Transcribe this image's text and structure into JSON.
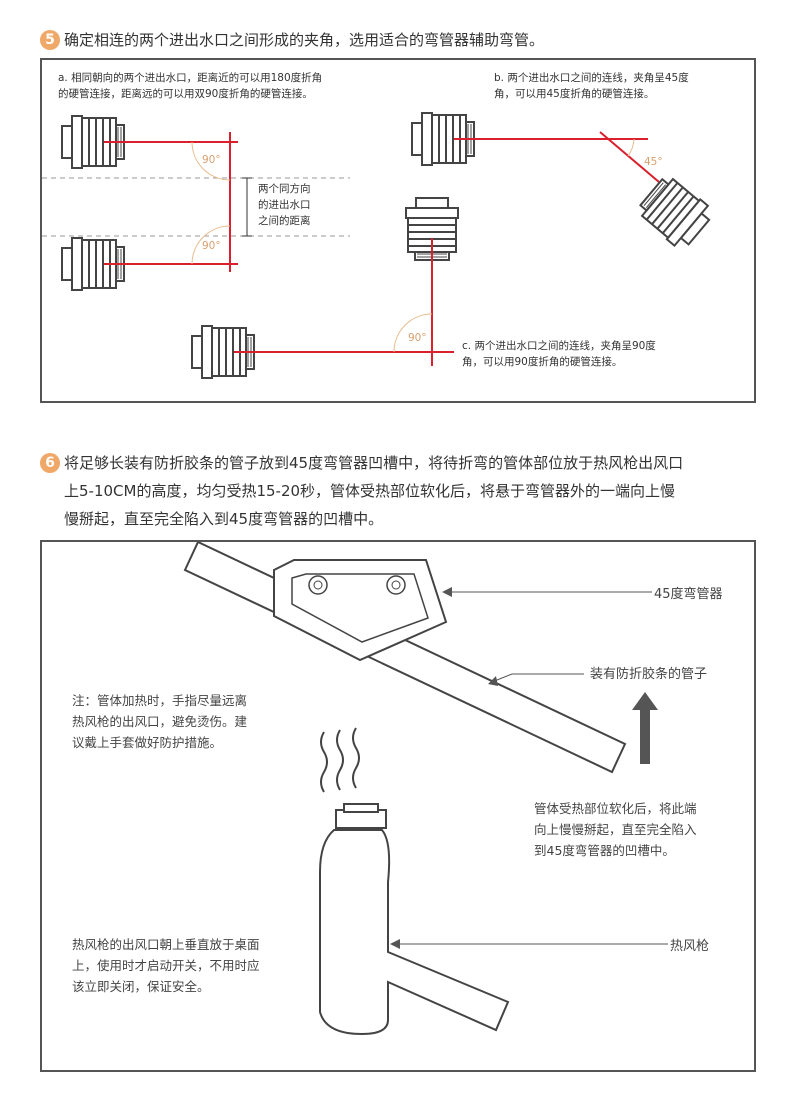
{
  "section5": {
    "number": "5",
    "title": "确定相连的两个进出水口之间形成的夹角，选用适合的弯管器辅助弯管。",
    "note_a": [
      "a. 相同朝向的两个进出水口，距离近的可以用180度折角",
      "的硬管连接，距离远的可以用双90度折角的硬管连接。"
    ],
    "note_b": [
      "b. 两个进出水口之间的连线，夹角呈45度",
      "角，可以用45度折角的硬管连接。"
    ],
    "note_c": [
      "c. 两个进出水口之间的连线，夹角呈90度",
      "角，可以用90度折角的硬管连接。"
    ],
    "distance_label": [
      "两个同方向",
      "的进出水口",
      "之间的距离"
    ],
    "angle_90": "90°",
    "angle_45": "45°"
  },
  "section6": {
    "number": "6",
    "title_lines": [
      "将足够长装有防折胶条的管子放到45度弯管器凹槽中，将待折弯的管体部位放于热风枪出风口",
      "上5-10CM的高度，均匀受热15-20秒，管体受热部位软化后，将悬于弯管器外的一端向上慢",
      "慢掰起，直至完全陷入到45度弯管器的凹槽中。"
    ],
    "label_bender": "45度弯管器",
    "label_tube": "装有防折胶条的管子",
    "label_gun": "热风枪",
    "note_safety": [
      "注：管体加热时，手指尽量远离",
      "热风枪的出风口，避免烫伤。建",
      "议戴上手套做好防护措施。"
    ],
    "note_lift": [
      "管体受热部位软化后，将此端",
      "向上慢慢掰起，直至完全陷入",
      "到45度弯管器的凹槽中。"
    ],
    "note_gun": [
      "热风枪的出风口朝上垂直放于桌面",
      "上，使用时才启动开关，不用时应",
      "该立即关闭，保证安全。"
    ]
  },
  "colors": {
    "accent": "#f0a868",
    "red_line": "#d9202c",
    "angle": "#e8b98a"
  }
}
